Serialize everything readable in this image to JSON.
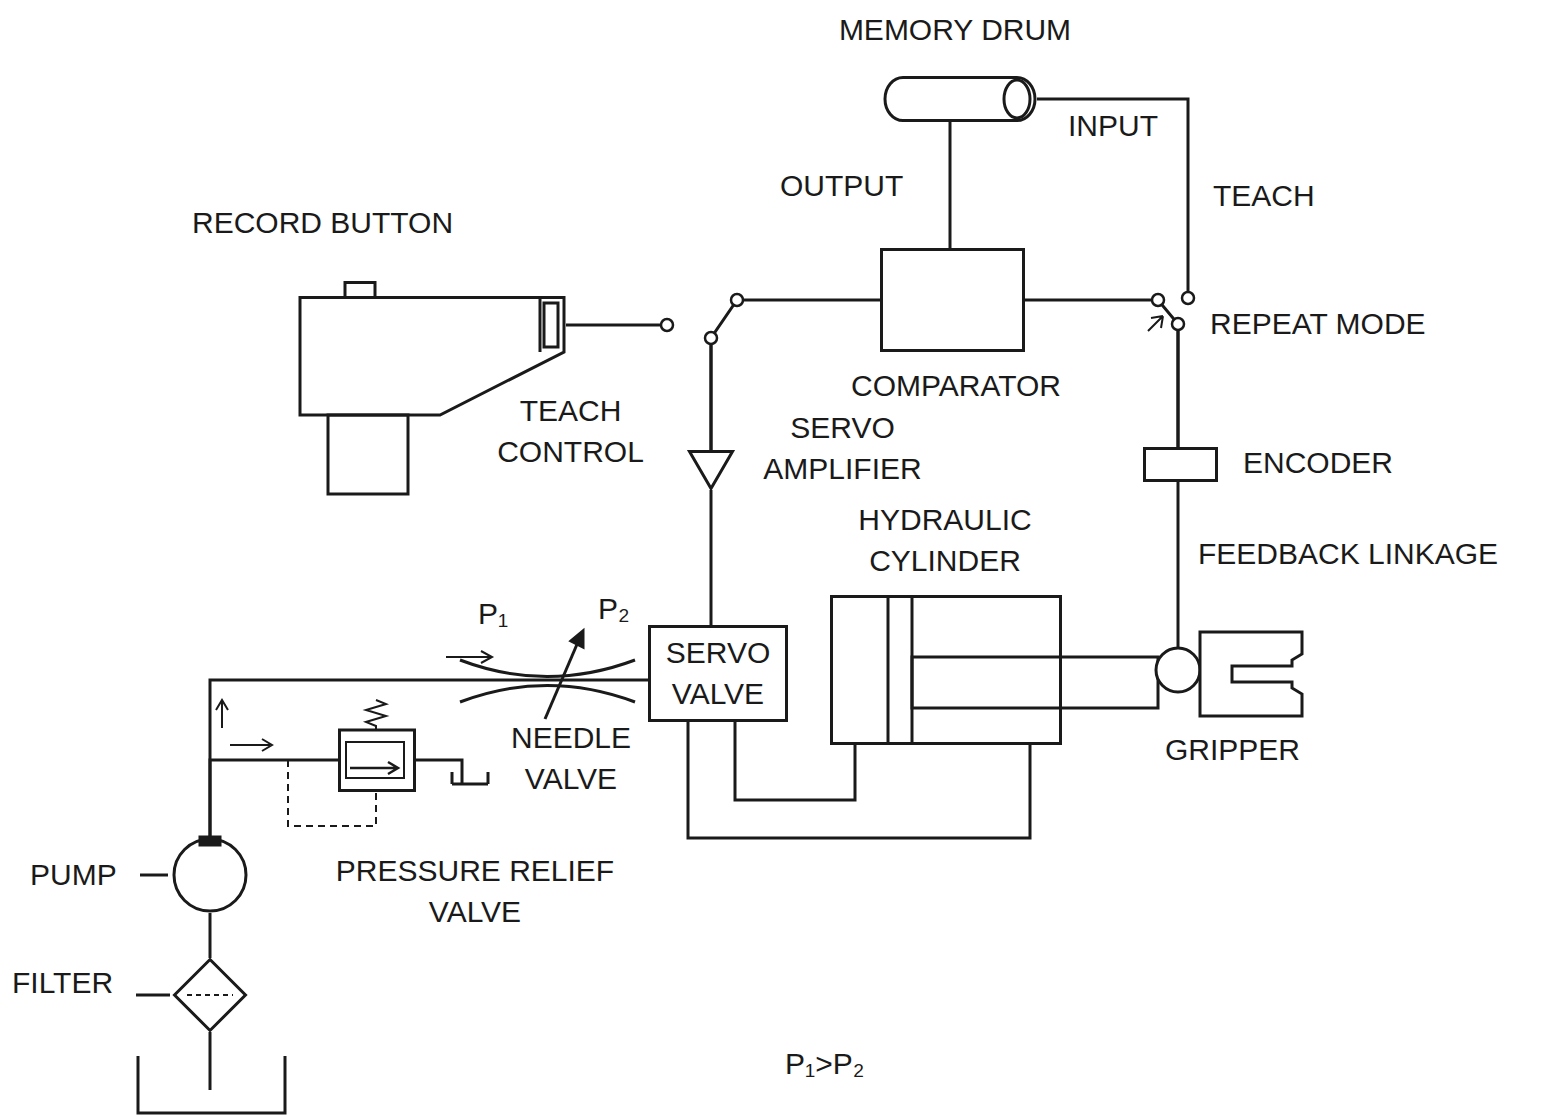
{
  "diagram": {
    "nodes": [
      {
        "text": [
          "MEMORY DRUM"
        ]
      },
      {
        "text": [
          "RECORD BUTTON",
          "TEACH CONTROL"
        ]
      },
      {
        "text": [
          "COMPARATOR"
        ]
      },
      {
        "text": [
          "SERVO AMPLIFIER"
        ]
      },
      {
        "text": [
          "ENCODER"
        ]
      },
      {
        "text": [
          "SERVO VALVE"
        ]
      },
      {
        "text": [
          "HYDRAULIC CYLINDER"
        ]
      },
      {
        "text": [
          "GRIPPER"
        ]
      },
      {
        "text": [
          "NEEDLE VALVE"
        ]
      },
      {
        "text": [
          "PRESSURE RELIEF VALVE"
        ]
      },
      {
        "text": [
          "PUMP"
        ]
      },
      {
        "text": [
          "FILTER"
        ]
      }
    ],
    "edges": [
      {
        "from": 0,
        "to": 2,
        "arrow": "none",
        "label": "OUTPUT"
      },
      {
        "from": 2,
        "to": 3,
        "arrow": "none"
      },
      {
        "from": 1,
        "to": 3,
        "arrow": "none"
      },
      {
        "from": 3,
        "to": 5,
        "arrow": "none"
      },
      {
        "from": 2,
        "to": 4,
        "arrow": "none"
      },
      {
        "from": 0,
        "to": 4,
        "arrow": "none"
      },
      {
        "from": 4,
        "to": 7,
        "arrow": "none"
      },
      {
        "from": 5,
        "to": 6,
        "arrow": "none"
      },
      {
        "from": 5,
        "to": 6,
        "arrow": "none"
      },
      {
        "from": 10,
        "to": 8,
        "arrow": "none"
      },
      {
        "from": 8,
        "to": 5,
        "arrow": "none"
      },
      {
        "from": 10,
        "to": 9,
        "arrow": "none"
      },
      {
        "from": 11,
        "to": 10,
        "arrow": "none"
      }
    ],
    "labels": [
      "INPUT",
      "TEACH",
      "REPEAT MODE",
      "FEEDBACK LINKAGE",
      "P₁",
      "P₂",
      "P₁>P₂"
    ]
  }
}
